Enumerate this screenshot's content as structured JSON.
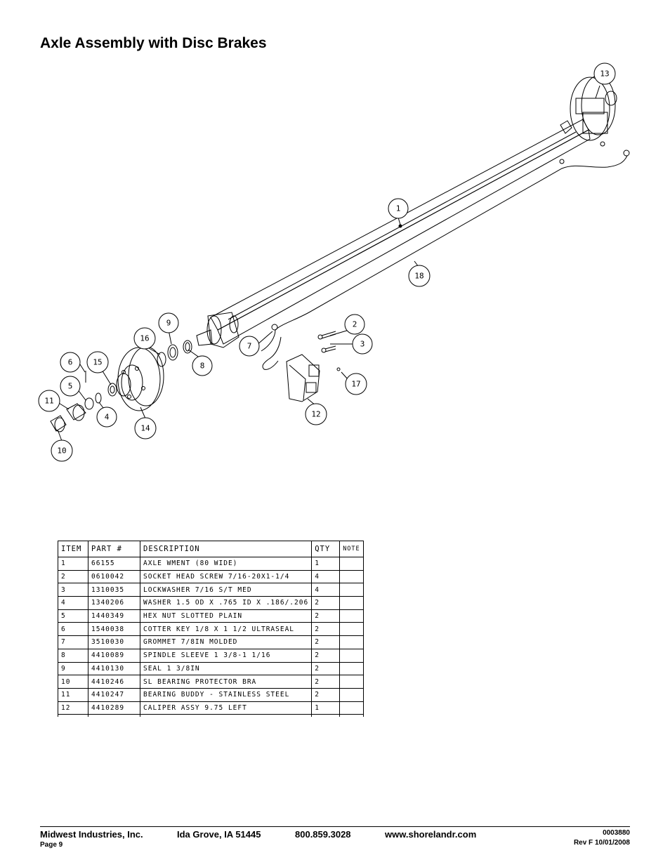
{
  "page": {
    "title": "Axle Assembly with Disc Brakes"
  },
  "diagram": {
    "callouts": [
      "1",
      "2",
      "3",
      "4",
      "5",
      "6",
      "7",
      "8",
      "9",
      "10",
      "11",
      "12",
      "13",
      "14",
      "15",
      "16",
      "17",
      "18"
    ]
  },
  "parts_table": {
    "headers": [
      "ITEM",
      "PART #",
      "DESCRIPTION",
      "QTY",
      "NOTE"
    ],
    "rows": [
      {
        "item": "1",
        "part": "66155",
        "description": "AXLE WMENT (80 WIDE)",
        "qty": "1",
        "note": ""
      },
      {
        "item": "2",
        "part": "0610042",
        "description": "SOCKET HEAD SCREW 7/16-20X1-1/4",
        "qty": "4",
        "note": ""
      },
      {
        "item": "3",
        "part": "1310035",
        "description": "LOCKWASHER 7/16 S/T MED",
        "qty": "4",
        "note": ""
      },
      {
        "item": "4",
        "part": "1340206",
        "description": "WASHER 1.5 OD X .765 ID X .186/.206",
        "qty": "2",
        "note": ""
      },
      {
        "item": "5",
        "part": "1440349",
        "description": "HEX NUT SLOTTED PLAIN",
        "qty": "2",
        "note": ""
      },
      {
        "item": "6",
        "part": "1540038",
        "description": "COTTER KEY 1/8 X 1 1/2 ULTRASEAL",
        "qty": "2",
        "note": ""
      },
      {
        "item": "7",
        "part": "3510030",
        "description": "GROMMET  7/8IN MOLDED",
        "qty": "2",
        "note": ""
      },
      {
        "item": "8",
        "part": "4410089",
        "description": "SPINDLE SLEEVE  1 3/8-1 1/16",
        "qty": "2",
        "note": ""
      },
      {
        "item": "9",
        "part": "4410130",
        "description": "SEAL  1 3/8IN",
        "qty": "2",
        "note": ""
      },
      {
        "item": "10",
        "part": "4410246",
        "description": "SL BEARING PROTECTOR BRA",
        "qty": "2",
        "note": ""
      },
      {
        "item": "11",
        "part": "4410247",
        "description": "BEARING BUDDY - STAINLESS STEEL",
        "qty": "2",
        "note": ""
      },
      {
        "item": "12",
        "part": "4410289",
        "description": "CALIPER ASSY 9.75 LEFT",
        "qty": "1",
        "note": ""
      }
    ]
  },
  "footer": {
    "company": "Midwest Industries, Inc.",
    "location": "Ida Grove, IA  51445",
    "phone": "800.859.3028",
    "website": "www.shorelandr.com",
    "page": "Page 9",
    "doc_number": "0003880",
    "revision": "Rev F  10/01/2008"
  }
}
